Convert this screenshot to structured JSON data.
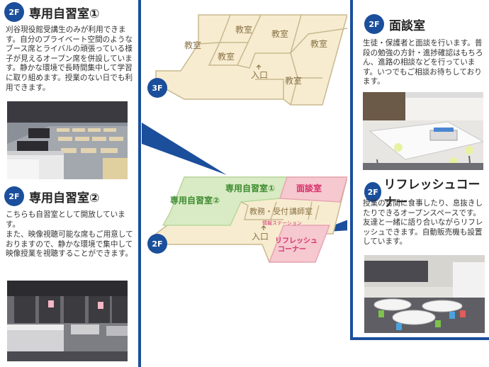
{
  "left": {
    "room1": {
      "badge": "2F",
      "title": "専用自習室①",
      "text": "刈谷現役館受講生のみが利用できます。自分のプライベート空間のようなブース席とライバルの頑張っている様子が見えるオープン席を併設しています。静かな環境で長時間集中して学習に取り組めます。授業のない日でも利用できます。"
    },
    "room2": {
      "badge": "2F",
      "title": "専用自習室②",
      "text1": "こちらも自習室として開放しています。",
      "text2": "また、映像視聴可能な席もご用意しておりますので、静かな環境で集中して映像授業を視聴することができます。"
    }
  },
  "map": {
    "floor3": {
      "badge": "3F",
      "rooms": [
        "教室",
        "教室",
        "教室",
        "教室",
        "教室"
      ],
      "entrance": "入口"
    },
    "floor2": {
      "badge": "2F",
      "jishu1": "専用自習室①",
      "jishu2": "専用自習室②",
      "mendan": "面談室",
      "kyomu": "教務・受付",
      "koushi": "講師室",
      "joho": "情報ステーション",
      "refresh1": "リフレッシュ",
      "refresh2": "コーナー",
      "entrance": "入口"
    }
  },
  "right": {
    "mendan": {
      "badge": "2F",
      "title": "面談室",
      "text": "生徒・保護者と面談を行います。普段の勉強の方針・進捗確認はもちろん、進路の相談などを行っています。いつでもご相談お待ちしております。"
    },
    "refresh": {
      "badge": "2F",
      "title": "リフレッシュコーナー",
      "text": "授業の合間に食事したり、息抜きしたりできるオープンスペースです。友達と一緒に語り合いながらリフレッシュできます。自動販売機も設置しています。"
    }
  },
  "colors": {
    "brand_blue": "#1b4f9c",
    "floor_beige": "#f7ecd0",
    "jishu_green": "#d9ebc4",
    "mendan_pink": "#f6c8d0",
    "label_green": "#3d8b2f",
    "label_red": "#d6336c"
  }
}
